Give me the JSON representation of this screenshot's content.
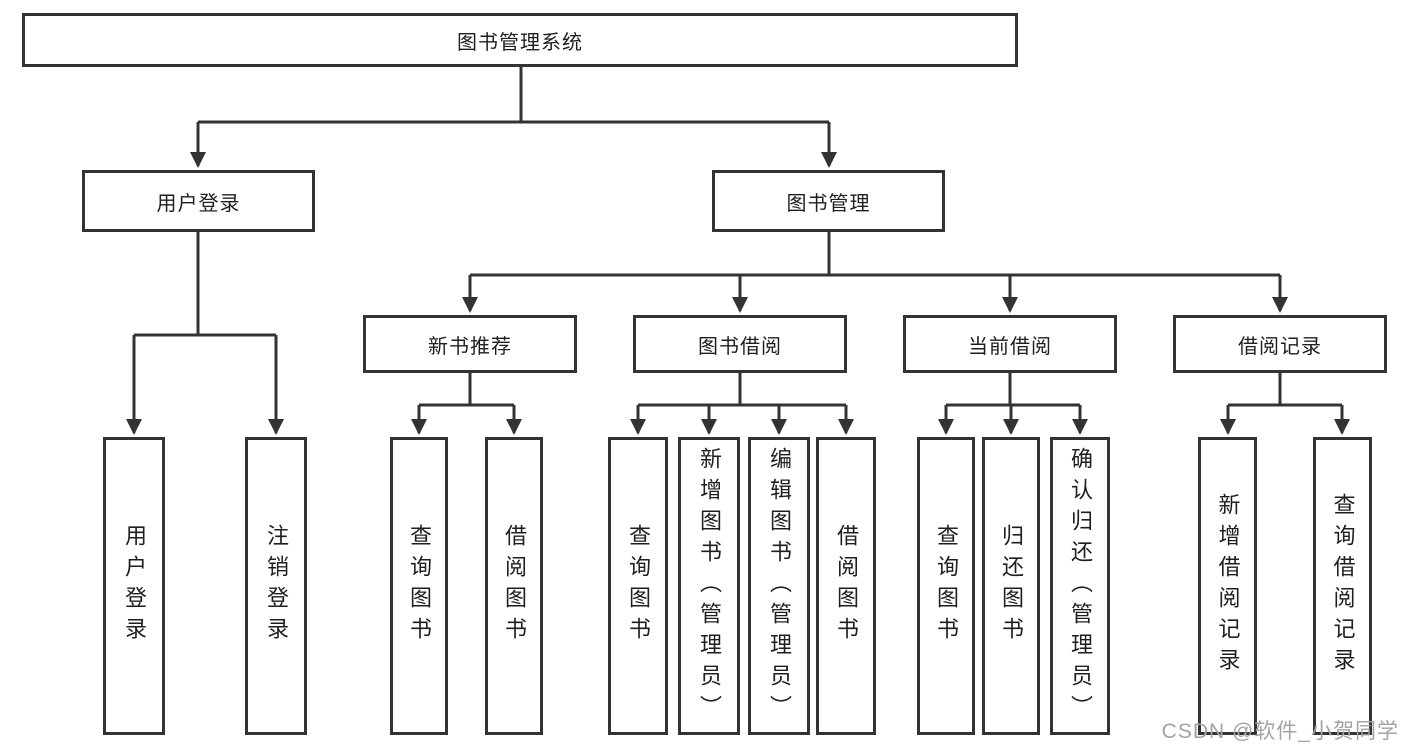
{
  "diagram": {
    "type": "hierarchy-flowchart",
    "colors": {
      "line": "#333333",
      "box_border": "#333333",
      "text": "#1f1f1f",
      "background": "#ffffff",
      "watermark": "#a6a2a4"
    },
    "tree": {
      "label": "图书管理系统",
      "children": [
        {
          "label": "用户登录",
          "children": [
            {
              "label": "用户登录"
            },
            {
              "label": "注销登录"
            }
          ]
        },
        {
          "label": "图书管理",
          "children": [
            {
              "label": "新书推荐",
              "children": [
                {
                  "label": "查询图书"
                },
                {
                  "label": "借阅图书"
                }
              ]
            },
            {
              "label": "图书借阅",
              "children": [
                {
                  "label": "查询图书"
                },
                {
                  "label": "新增图书（管理员）"
                },
                {
                  "label": "编辑图书（管理员）"
                },
                {
                  "label": "借阅图书"
                }
              ]
            },
            {
              "label": "当前借阅",
              "children": [
                {
                  "label": "查询图书"
                },
                {
                  "label": "归还图书"
                },
                {
                  "label": "确认归还（管理员）"
                }
              ]
            },
            {
              "label": "借阅记录",
              "children": [
                {
                  "label": "新增借阅记录"
                },
                {
                  "label": "查询借阅记录"
                }
              ]
            }
          ]
        }
      ]
    }
  },
  "watermark": {
    "text": "CSDN @软件_小贺同学"
  }
}
